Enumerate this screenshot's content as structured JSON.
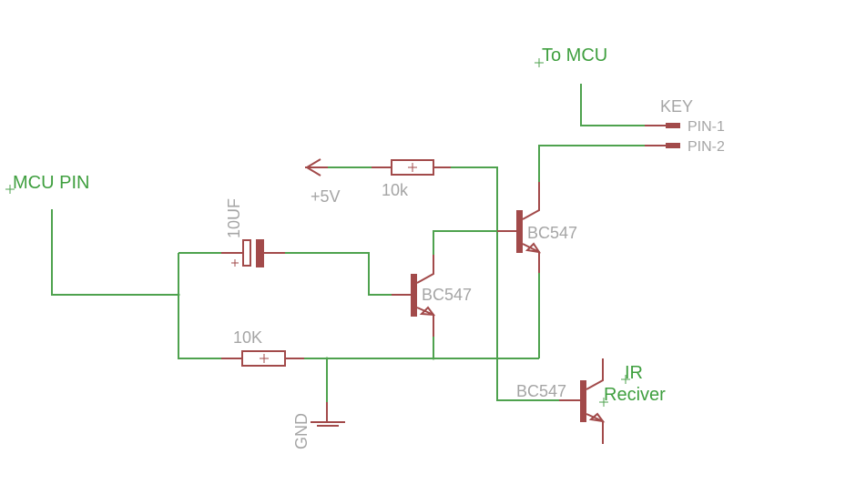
{
  "title": "IR remote key switch schematic",
  "colors": {
    "wire": "#4ea24e",
    "component": "#a24a4a",
    "component_label": "#a5a5a5",
    "net_label": "#3f9f3f",
    "background": "#ffffff"
  },
  "net_labels": {
    "to_mcu": "To MCU",
    "mcu_pin": "MCU PIN",
    "ir_line1": "IR",
    "ir_line2": "Reciver"
  },
  "components": {
    "connector": {
      "name": "KEY",
      "pin1": "PIN-1",
      "pin2": "PIN-2"
    },
    "resistor_top": {
      "value": "10k"
    },
    "resistor_bottom": {
      "value": "10K"
    },
    "capacitor": {
      "value": "10UF"
    },
    "supply": {
      "value": "+5V"
    },
    "ground": {
      "value": "GND"
    },
    "transistor_q1": {
      "value": "BC547"
    },
    "transistor_q2": {
      "value": "BC547"
    },
    "transistor_q3": {
      "value": "BC547"
    }
  }
}
